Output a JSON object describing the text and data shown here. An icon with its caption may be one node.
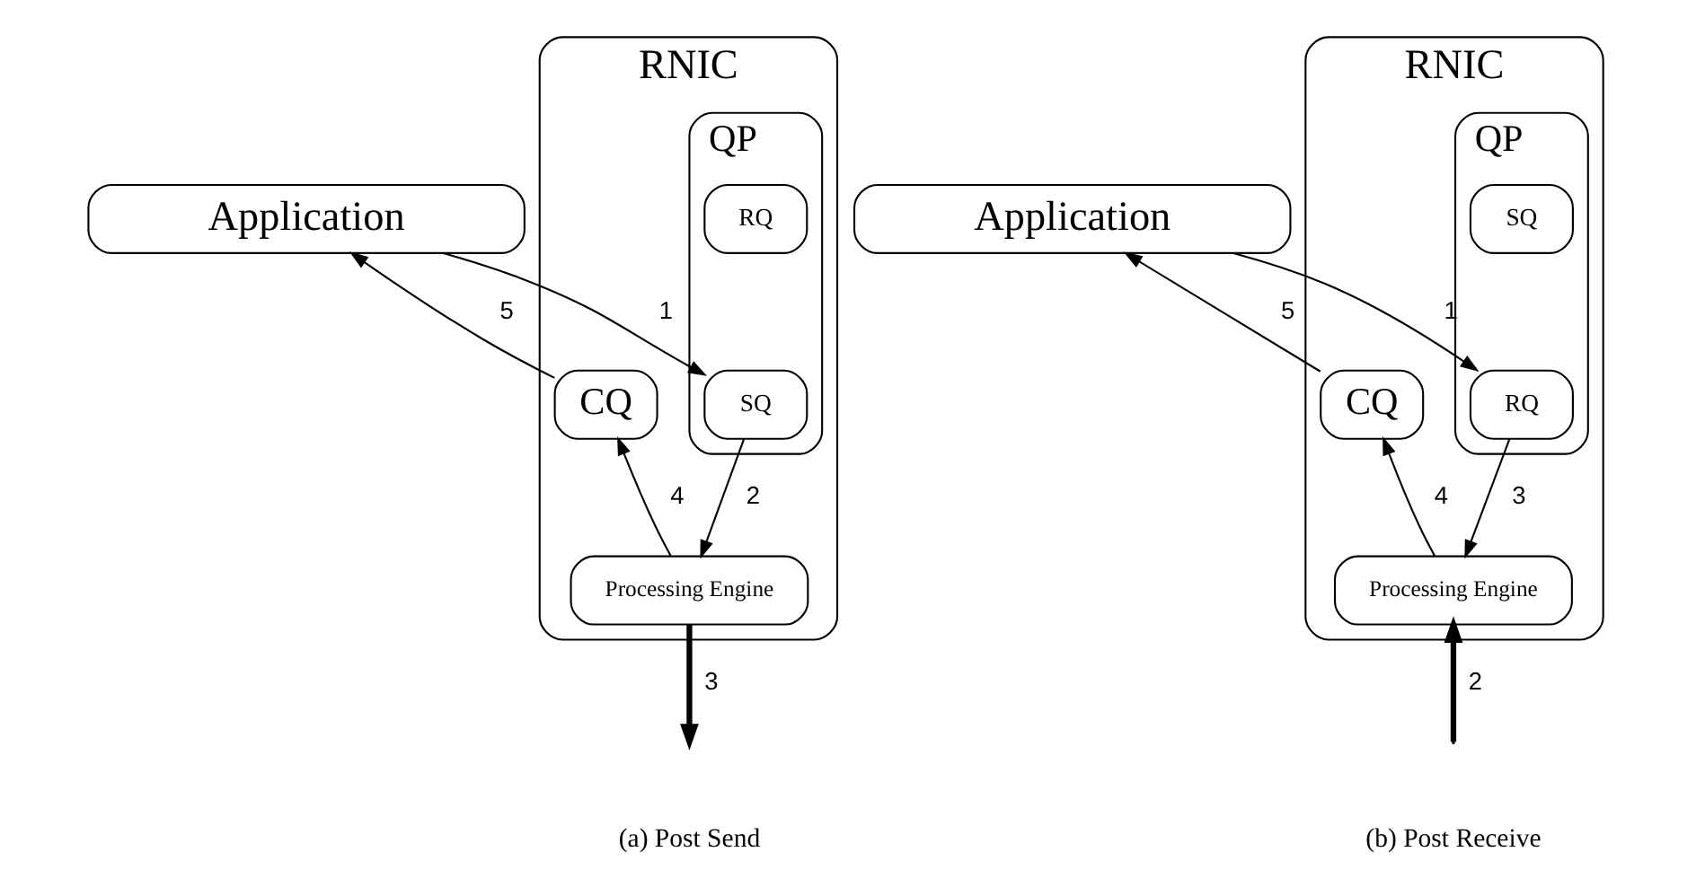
{
  "diagram": {
    "nodes": [
      {
        "text": [
          "Application"
        ]
      },
      {
        "text": [
          "RNIC"
        ]
      },
      {
        "text": [
          "QP"
        ],
        "in": 1
      },
      {
        "text": [
          "SQ"
        ],
        "in": 2
      },
      {
        "text": [
          "RQ"
        ],
        "in": 2
      },
      {
        "text": [
          "CQ"
        ],
        "in": 1
      },
      {
        "text": [
          "Processing Engine"
        ],
        "in": 1
      },
      {
        "text": [
          "Application"
        ]
      },
      {
        "text": [
          "RNIC"
        ]
      },
      {
        "text": [
          "QP"
        ],
        "in": 8
      },
      {
        "text": [
          "SQ"
        ],
        "in": 9
      },
      {
        "text": [
          "RQ"
        ],
        "in": 9
      },
      {
        "text": [
          "CQ"
        ],
        "in": 8
      },
      {
        "text": [
          "Processing Engine"
        ],
        "in": 8
      }
    ],
    "edges": [
      {
        "from": 0,
        "to": 3,
        "arrow": "to",
        "label": "1"
      },
      {
        "from": 3,
        "to": 6,
        "arrow": "to",
        "label": "2"
      },
      {
        "from": 6,
        "to": null,
        "arrow": "to",
        "label": "3",
        "style": "thick"
      },
      {
        "from": 6,
        "to": 5,
        "arrow": "to",
        "label": "4"
      },
      {
        "from": 5,
        "to": 0,
        "arrow": "to",
        "label": "5"
      },
      {
        "from": 7,
        "to": 11,
        "arrow": "to",
        "label": "1"
      },
      {
        "from": null,
        "to": 13,
        "arrow": "to",
        "label": "2",
        "style": "thick"
      },
      {
        "from": 11,
        "to": 13,
        "arrow": "to",
        "label": "3"
      },
      {
        "from": 13,
        "to": 12,
        "arrow": "to",
        "label": "4"
      },
      {
        "from": 12,
        "to": 7,
        "arrow": "to",
        "label": "5"
      }
    ],
    "labels": [
      "(a) Post Send",
      "(b) Post Receive"
    ]
  }
}
